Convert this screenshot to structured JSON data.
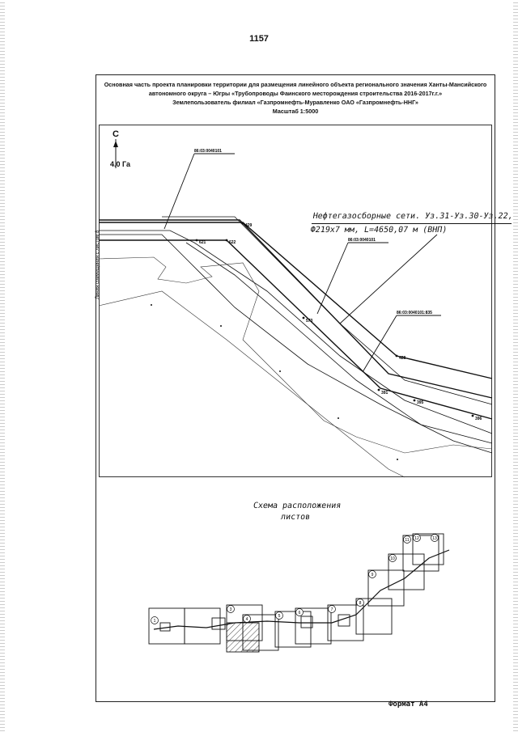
{
  "page_number": "1157",
  "title": {
    "line1": "Основная часть проекта планировки территории для размещения линейного объекта регионального значения Ханты-Мансийского",
    "line2": "автономного округа – Югры «Трубопроводы Фаинского месторождения строительства 2016-2017г.г.»",
    "line3": "Землепользователь филиал «Газпромнефть-Муравленко ОАО «Газпромнефть-ННГ»",
    "line4": "Масштаб 1:5000"
  },
  "map": {
    "north_label": "С",
    "area_label": "4.0 Га",
    "side_label": "Линия совмещения с листом 8",
    "pipeline_line1": "Нефтегазосборные сети. Уз.31-Уз.30-Уз.22,",
    "pipeline_line2": "Ф219х7 мм, L=4650,07 м (ВНП)",
    "parcels": [
      "86:03:0040101",
      "86:03:0040101",
      "86:03:0040101:835"
    ],
    "points": [
      "429",
      "621",
      "622",
      "573",
      "428",
      "391",
      "395",
      "396"
    ]
  },
  "scheme": {
    "title_line1": "Схема расположения",
    "title_line2": "листов",
    "sheet_numbers": [
      "1",
      "3",
      "4",
      "5",
      "6",
      "7",
      "8",
      "9",
      "10",
      "11",
      "12",
      "13"
    ]
  },
  "format_label": "Формат А4"
}
